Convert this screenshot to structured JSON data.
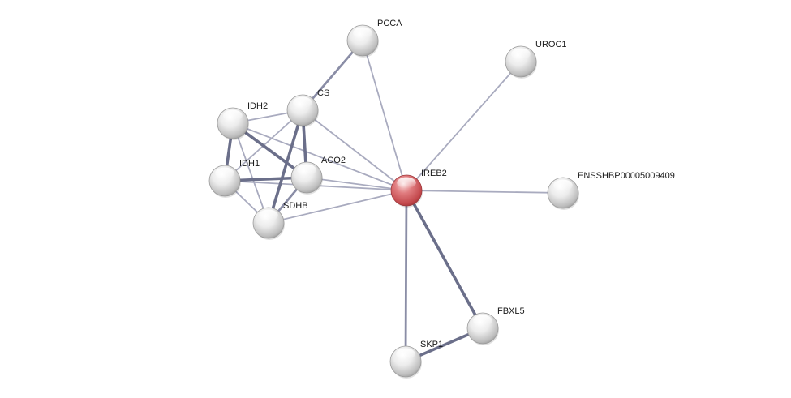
{
  "network": {
    "colors": {
      "background": "#ffffff",
      "node_default": "#d9d9d9",
      "node_query": "#d9575b",
      "edge": "#8c8ea6",
      "label": "#1a1a1a"
    },
    "nodes": [
      {
        "id": "PCCA",
        "label": "PCCA",
        "query": false
      },
      {
        "id": "UROC1",
        "label": "UROC1",
        "query": false
      },
      {
        "id": "CS",
        "label": "CS",
        "query": false
      },
      {
        "id": "IDH2",
        "label": "IDH2",
        "query": false
      },
      {
        "id": "ACO2",
        "label": "ACO2",
        "query": false
      },
      {
        "id": "IDH1",
        "label": "IDH1",
        "query": false
      },
      {
        "id": "IREB2",
        "label": "IREB2",
        "query": true
      },
      {
        "id": "ENSSHBP00005009409",
        "label": "ENSSHBP00005009409",
        "query": false
      },
      {
        "id": "SDHB",
        "label": "SDHB",
        "query": false
      },
      {
        "id": "FBXL5",
        "label": "FBXL5",
        "query": false
      },
      {
        "id": "SKP1",
        "label": "SKP1",
        "query": false
      }
    ],
    "edges": [
      {
        "source": "IREB2",
        "target": "PCCA",
        "strength": "weak"
      },
      {
        "source": "IREB2",
        "target": "UROC1",
        "strength": "weak"
      },
      {
        "source": "IREB2",
        "target": "CS",
        "strength": "weak"
      },
      {
        "source": "IREB2",
        "target": "IDH2",
        "strength": "weak"
      },
      {
        "source": "IREB2",
        "target": "ACO2",
        "strength": "weak"
      },
      {
        "source": "IREB2",
        "target": "IDH1",
        "strength": "weak"
      },
      {
        "source": "IREB2",
        "target": "SDHB",
        "strength": "weak"
      },
      {
        "source": "IREB2",
        "target": "ENSSHBP00005009409",
        "strength": "weak"
      },
      {
        "source": "IREB2",
        "target": "FBXL5",
        "strength": "strong"
      },
      {
        "source": "IREB2",
        "target": "SKP1",
        "strength": "medium"
      },
      {
        "source": "FBXL5",
        "target": "SKP1",
        "strength": "strong"
      },
      {
        "source": "PCCA",
        "target": "CS",
        "strength": "medium"
      },
      {
        "source": "CS",
        "target": "ACO2",
        "strength": "strong"
      },
      {
        "source": "CS",
        "target": "SDHB",
        "strength": "strong"
      },
      {
        "source": "CS",
        "target": "IDH1",
        "strength": "weak"
      },
      {
        "source": "CS",
        "target": "IDH2",
        "strength": "weak"
      },
      {
        "source": "IDH2",
        "target": "IDH1",
        "strength": "strong"
      },
      {
        "source": "IDH2",
        "target": "ACO2",
        "strength": "strong"
      },
      {
        "source": "IDH2",
        "target": "SDHB",
        "strength": "weak"
      },
      {
        "source": "IDH1",
        "target": "ACO2",
        "strength": "strong"
      },
      {
        "source": "IDH1",
        "target": "SDHB",
        "strength": "weak"
      },
      {
        "source": "ACO2",
        "target": "SDHB",
        "strength": "medium"
      }
    ]
  }
}
